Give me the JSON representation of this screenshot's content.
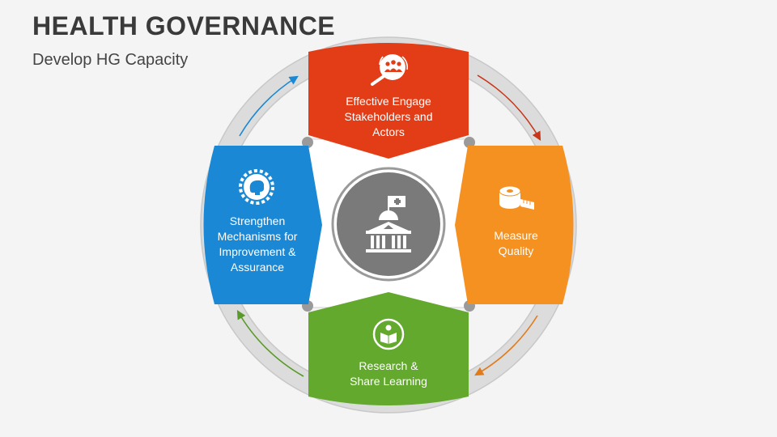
{
  "title": "HEALTH GOVERNANCE",
  "subtitle": "Develop HG Capacity",
  "segments": {
    "top": {
      "lines": [
        "Effective Engage",
        "Stakeholders and",
        "Actors"
      ],
      "color": "#e33d17",
      "icon": "stakeholders-search-icon"
    },
    "right": {
      "lines": [
        "Measure",
        "Quality"
      ],
      "color": "#f59120",
      "icon": "measuring-tape-icon"
    },
    "bottom": {
      "lines": [
        "Research &",
        "Share Learning"
      ],
      "color": "#62a92e",
      "icon": "reading-person-icon"
    },
    "left": {
      "lines": [
        "Strengthen",
        "Mechanisms for",
        "Improvement &",
        "Assurance"
      ],
      "color": "#1a88d4",
      "icon": "gear-brain-icon"
    }
  },
  "center": {
    "color": "#7a7a7a",
    "icon": "government-building-flag-icon"
  },
  "arrows": {
    "top_left": "#1a88d4",
    "top_right": "#c8361a",
    "bottom_right": "#e07a1a",
    "bottom_left": "#5a9a2a"
  }
}
